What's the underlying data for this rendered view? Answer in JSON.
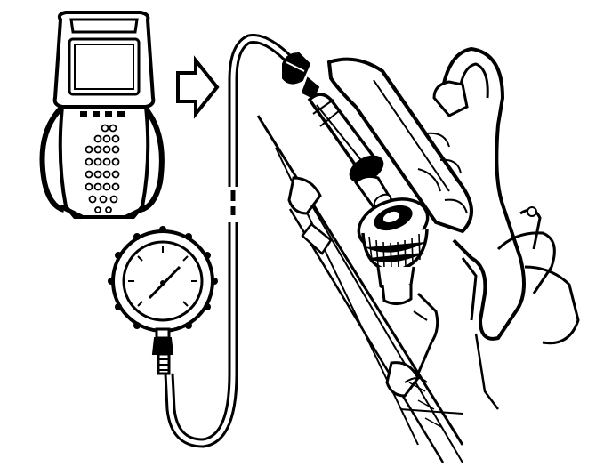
{
  "figure": {
    "background": "#ffffff",
    "ink": "#000000",
    "components": {
      "scan_tool": "scan-tool-icon",
      "arrow": "arrow-right-icon",
      "pressure_gauge": "pressure-gauge-icon",
      "hose": "gauge-hose",
      "fuel_rail": "fuel-rail",
      "test_port": "fuel-pressure-test-port",
      "hose_fitting": "hose-fitting-icon"
    }
  }
}
